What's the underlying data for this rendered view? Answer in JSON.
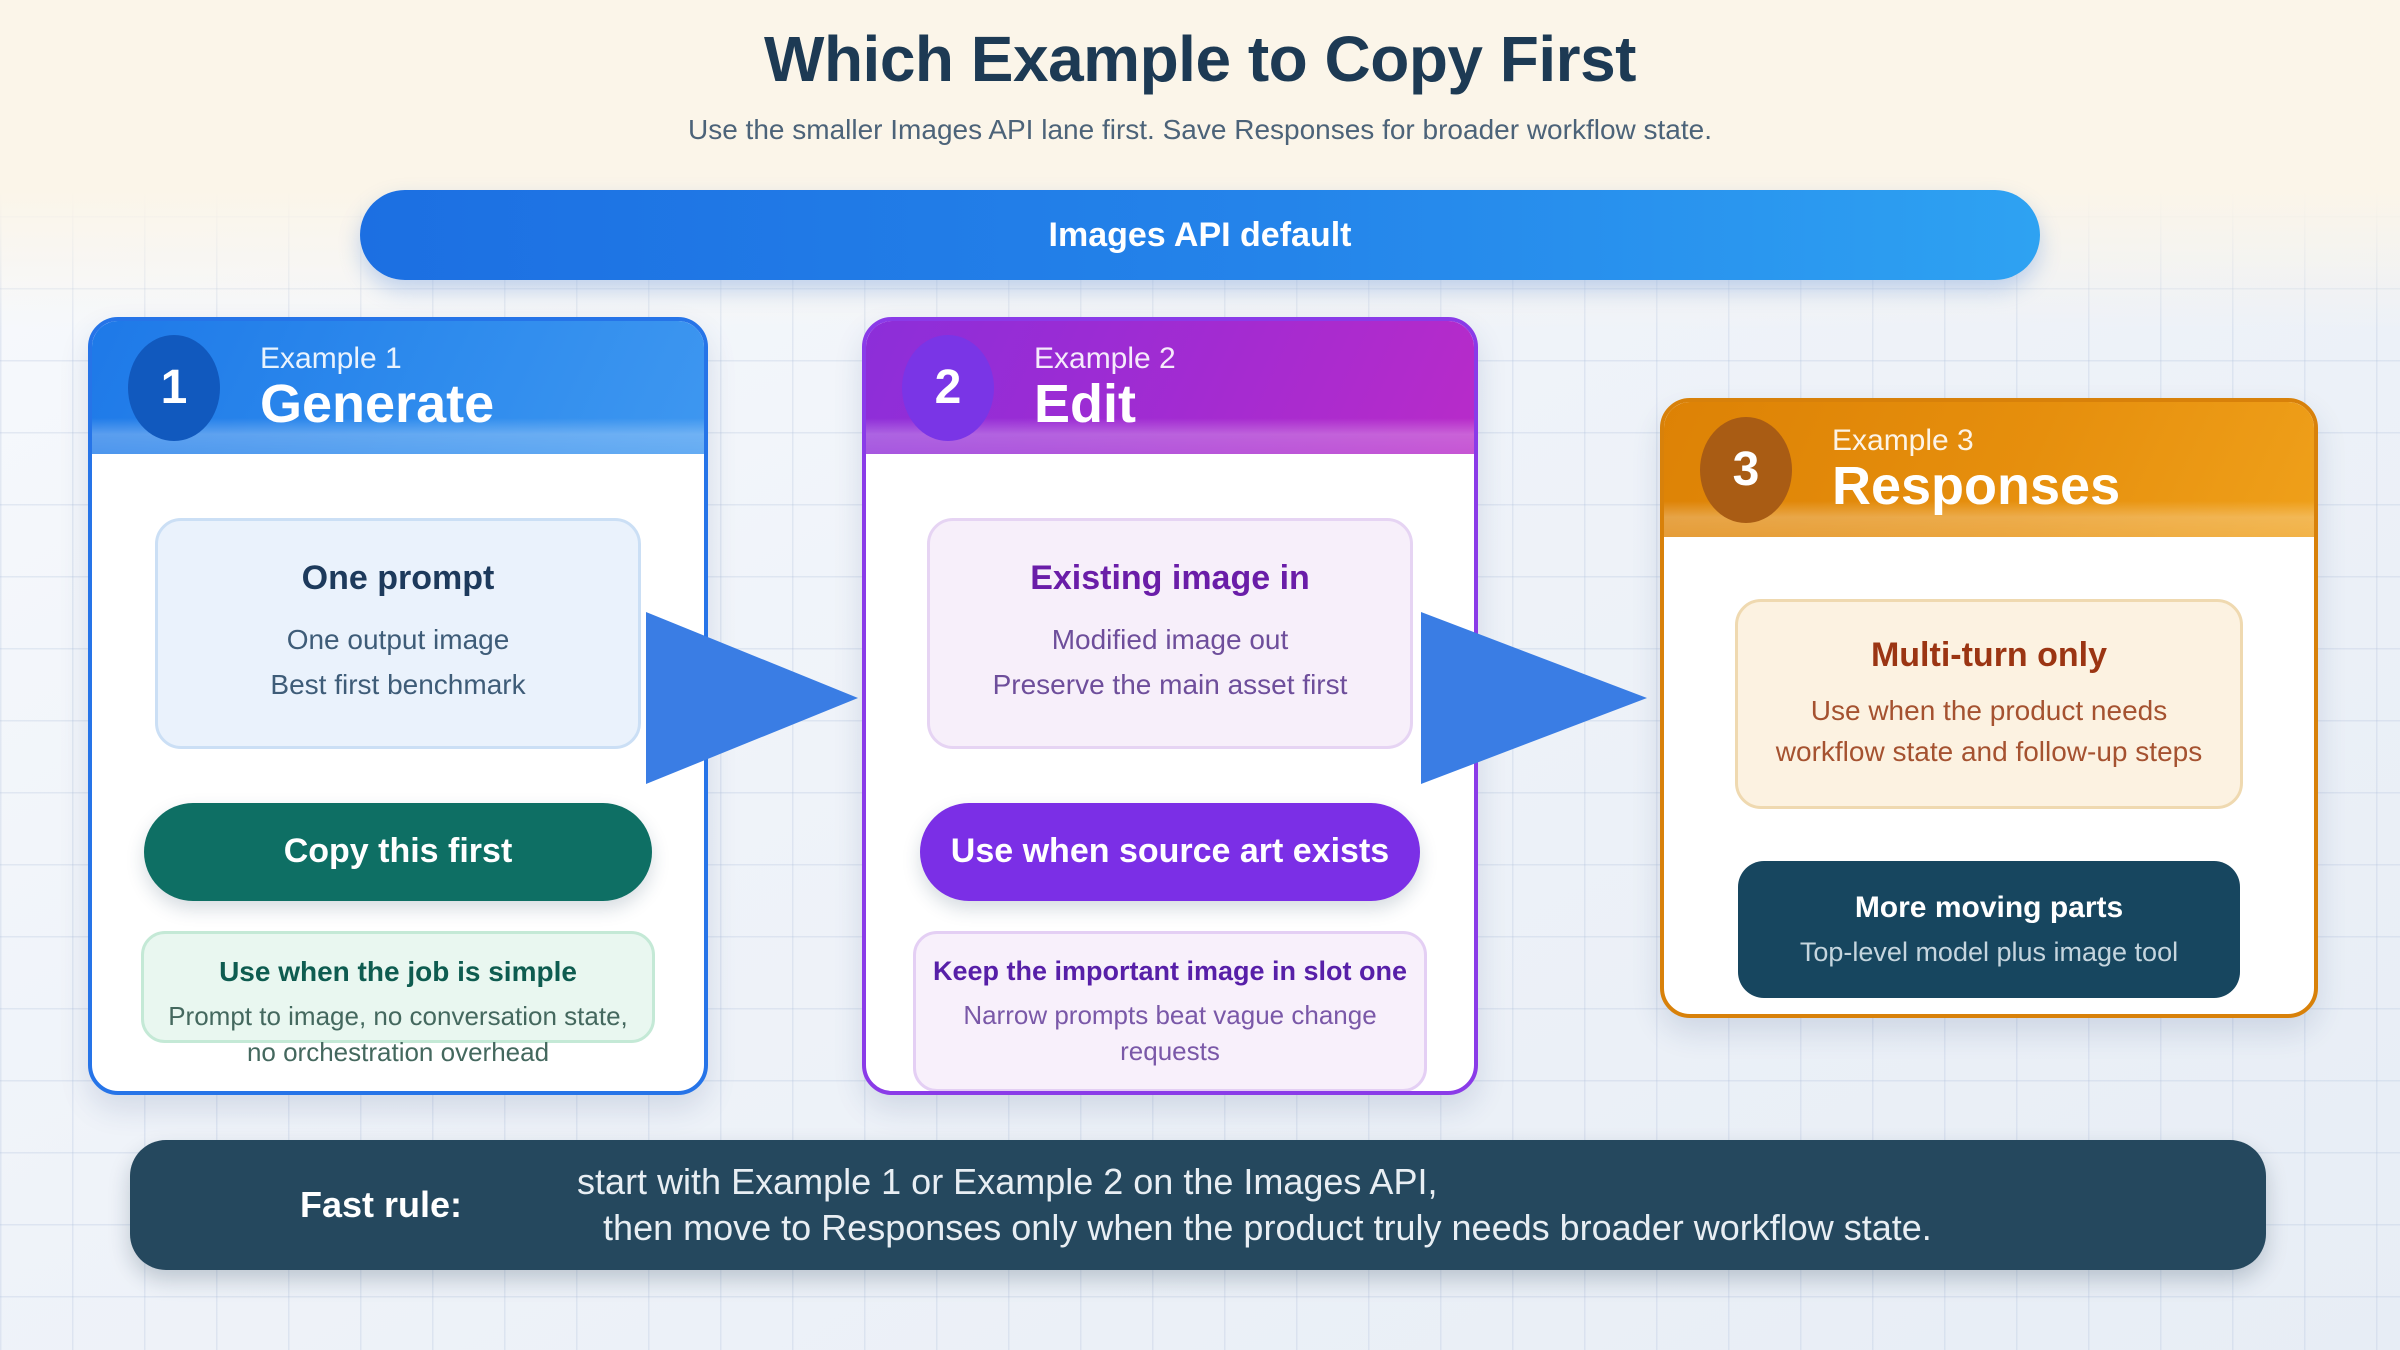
{
  "page": {
    "title": "Which Example to Copy First",
    "subtitle": "Use the smaller Images API lane first. Save Responses for broader workflow state."
  },
  "banner": {
    "label": "Images API default"
  },
  "cards": [
    {
      "badge": "1",
      "eyebrow": "Example 1",
      "title": "Generate",
      "info": {
        "heading": "One prompt",
        "line1": "One output image",
        "line2": "Best first benchmark"
      },
      "pill": "Copy this first",
      "note": {
        "heading": "Use when the job is simple",
        "body": "Prompt to image, no conversation state, no orchestration overhead"
      }
    },
    {
      "badge": "2",
      "eyebrow": "Example 2",
      "title": "Edit",
      "info": {
        "heading": "Existing image in",
        "line1": "Modified image out",
        "line2": "Preserve the main asset first"
      },
      "pill": "Use when source art exists",
      "note": {
        "heading": "Keep the important image in slot one",
        "body": "Narrow prompts beat vague change requests"
      }
    },
    {
      "badge": "3",
      "eyebrow": "Example 3",
      "title": "Responses",
      "info": {
        "heading": "Multi-turn only",
        "body": "Use when the product needs workflow state and follow-up steps"
      },
      "dark": {
        "heading": "More moving parts",
        "body": "Top-level model plus image tool"
      }
    }
  ],
  "footer": {
    "label": "Fast rule:",
    "line1": "start with Example 1 or Example 2 on the Images API,",
    "line2": "then move to Responses only when the product truly needs broader workflow state."
  },
  "colors": {
    "cream_band": "#fbf5e9",
    "title_navy": "#1d3a54",
    "banner_blue_start": "#1c6fe2",
    "banner_blue_end": "#2ea2f2",
    "card1_accent": "#2674e8",
    "card1_pill_teal": "#0e6f64",
    "card2_accent": "#8a3be8",
    "card2_pill_violet": "#7b2fe6",
    "card3_accent": "#d8810a",
    "card3_badge_rust": "#a95c14",
    "dark_box_navy": "#17465f",
    "arrow_blue": "#3a7de4",
    "footer_navy": "#25485e"
  }
}
